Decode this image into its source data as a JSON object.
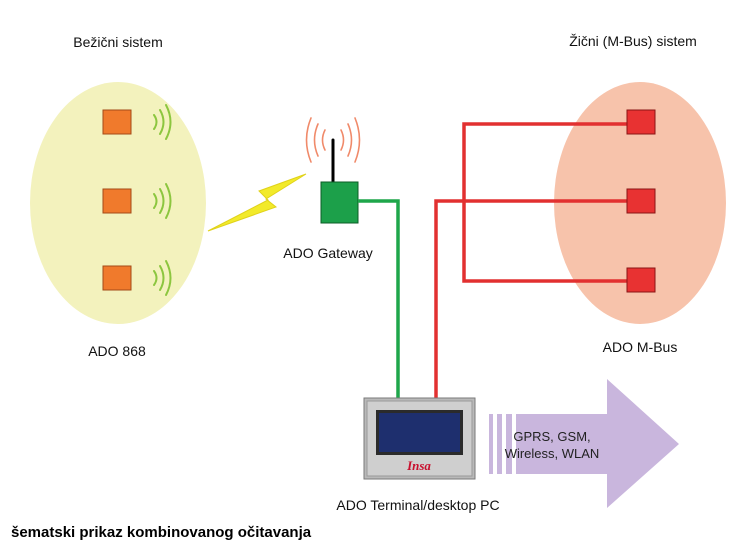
{
  "labels": {
    "wireless_system": "Bežični sistem",
    "wired_system": "Žični (M-Bus) sistem",
    "ado_868": "ADO 868",
    "ado_mbus": "ADO M-Bus",
    "ado_gateway": "ADO Gateway",
    "ado_terminal": "ADO Terminal/desktop PC"
  },
  "arrow": {
    "line1": "GPRS, GSM,",
    "line2": "Wireless, WLAN"
  },
  "terminal_logo": "Insa",
  "caption": "šematski prikaz kombinovanog očitavanja",
  "colors": {
    "wireless_ellipse": "#f3f2bd",
    "wired_ellipse": "#f7c3ab",
    "wireless_meter": "#f07a2c",
    "wired_meter": "#e83232",
    "gateway": "#1ca04a",
    "green_line": "#1ea64a",
    "red_line": "#e23030",
    "signal_waves": "#8cc63f",
    "lightning": "#f2ea2a",
    "antenna_waves": "#f08a6a",
    "arrow": "#c9b6dd",
    "terminal_screen": "#1e2f6e"
  },
  "icons": [
    "wireless-meter-icon",
    "signal-waves-icon",
    "lightning-icon",
    "gateway-icon",
    "antenna-icon",
    "mbus-meter-icon",
    "terminal-icon",
    "transmission-arrow-icon"
  ]
}
